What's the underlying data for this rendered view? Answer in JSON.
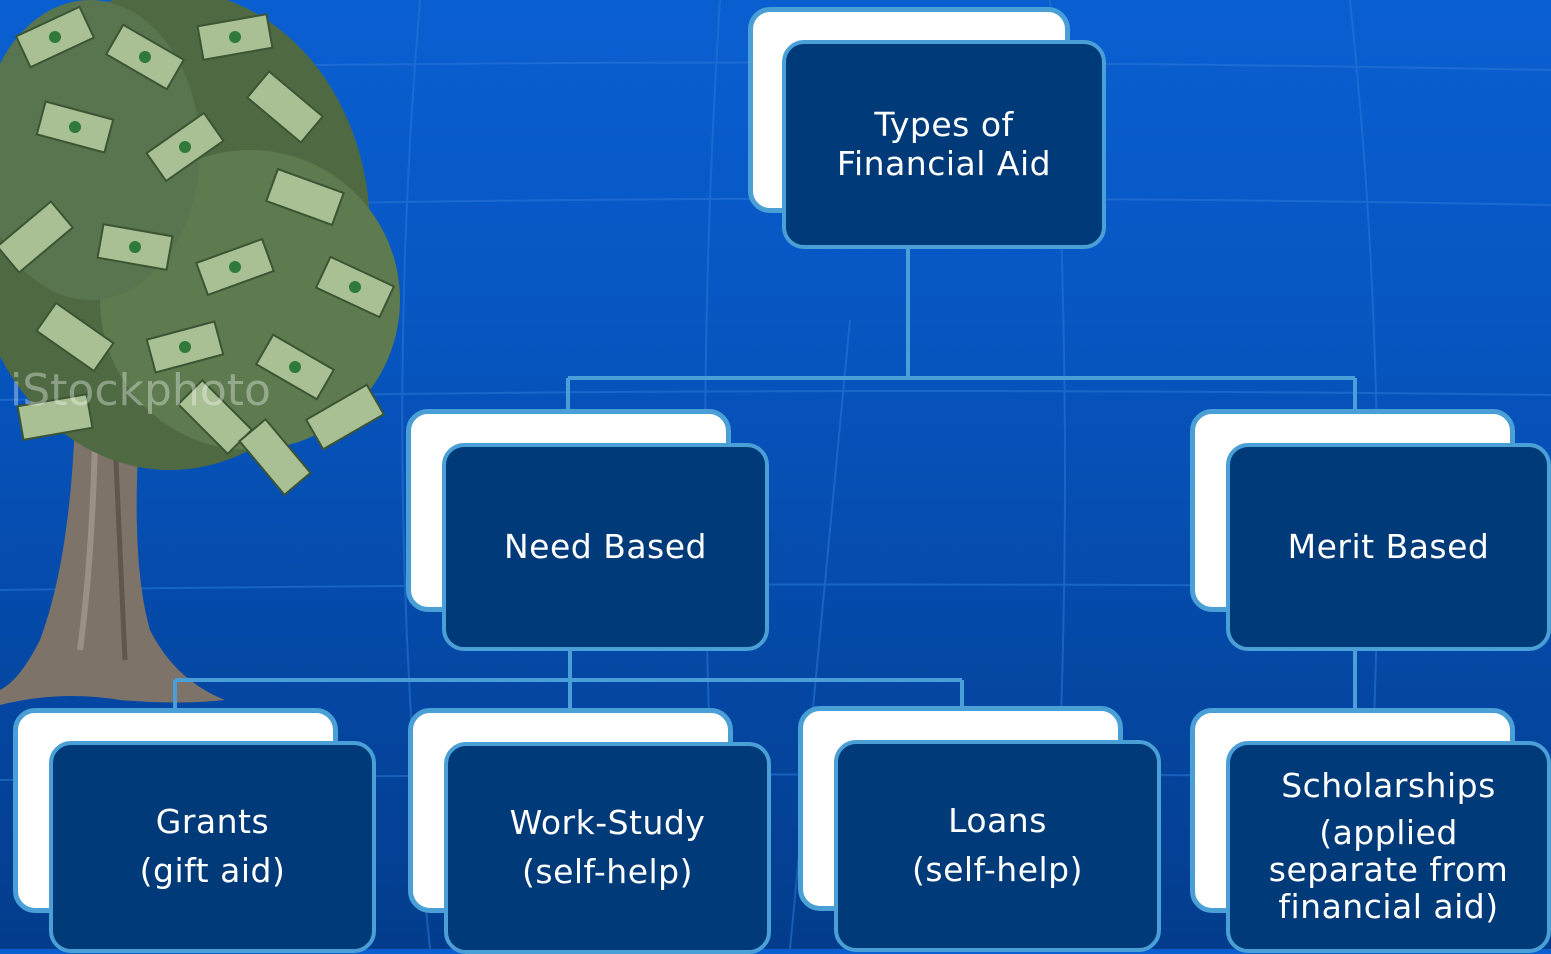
{
  "diagram": {
    "root": {
      "line1": "Types of",
      "line2": "Financial Aid"
    },
    "need": {
      "label": "Need Based"
    },
    "merit": {
      "label": "Merit Based"
    },
    "grants": {
      "line1": "Grants",
      "line2": "(gift aid)"
    },
    "workstudy": {
      "line1": "Work-Study",
      "line2": "(self-help)"
    },
    "loans": {
      "line1": "Loans",
      "line2": "(self-help)"
    },
    "scholarships": {
      "line1": "Scholarships",
      "line2": "(applied",
      "line3": "separate from",
      "line4": "financial aid)"
    }
  },
  "colors": {
    "background": "#0757c4",
    "box_fill": "#003a78",
    "box_border": "#4a9fd6",
    "back_panel": "#ffffff",
    "connector": "#4a9fd6"
  },
  "image": {
    "watermark": "iStockphoto"
  }
}
